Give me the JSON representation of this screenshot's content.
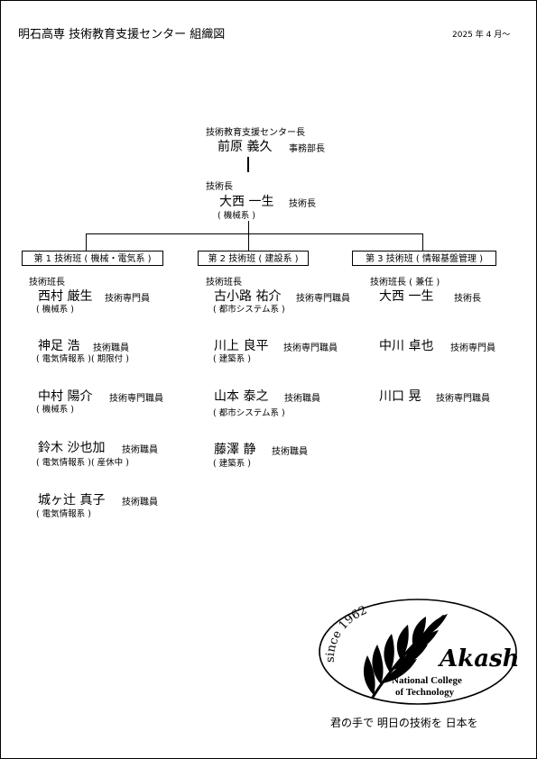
{
  "header": {
    "title": "明石高専 技術教育支援センター 組織図",
    "date": "2025 年 4 月〜"
  },
  "director": {
    "role": "技術教育支援センター長",
    "name": "前原 義久",
    "title": "事務部長"
  },
  "chief": {
    "role": "技術長",
    "name": "大西 一生",
    "title": "技術長",
    "dept": "( 機械系 )"
  },
  "teams": [
    {
      "label": "第 1 技術班 ( 機械・電気系 )",
      "leader_role": "技術班長",
      "members": [
        {
          "name": "西村 厳生",
          "title": "技術専門員",
          "dept": "( 機械系 )"
        },
        {
          "name": "神足 浩",
          "title": "技術職員",
          "dept": "( 電気情報系 )( 期限付 )"
        },
        {
          "name": "中村 陽介",
          "title": "技術専門職員",
          "dept": "( 機械系 )"
        },
        {
          "name": "鈴木 沙也加",
          "title": "技術職員",
          "dept": "( 電気情報系 )( 産休中 )"
        },
        {
          "name": "城ヶ辻 真子",
          "title": "技術職員",
          "dept": "( 電気情報系 )"
        }
      ]
    },
    {
      "label": "第 2 技術班 ( 建設系 )",
      "leader_role": "技術班長",
      "members": [
        {
          "name": "古小路 祐介",
          "title": "技術専門職員",
          "dept": "( 都市システム系 )"
        },
        {
          "name": "川上 良平",
          "title": "技術専門職員",
          "dept": "( 建築系 )"
        },
        {
          "name": "山本 泰之",
          "title": "技術職員",
          "dept": "( 都市システム系 )"
        },
        {
          "name": "藤澤 静",
          "title": "技術職員",
          "dept": "( 建築系 )"
        }
      ]
    },
    {
      "label": "第 3 技術班 ( 情報基盤管理 )",
      "leader_role": "技術班長 ( 兼任 )",
      "members": [
        {
          "name": "大西 一生",
          "title": "技術長"
        },
        {
          "name": "中川 卓也",
          "title": "技術専門員"
        },
        {
          "name": "川口 晃",
          "title": "技術専門職員"
        }
      ]
    }
  ],
  "logo": {
    "since": "since 1962",
    "name": "Akashi",
    "line1": "National College",
    "line2": "of Technology"
  },
  "motto": "君の手で 明日の技術を 日本を"
}
